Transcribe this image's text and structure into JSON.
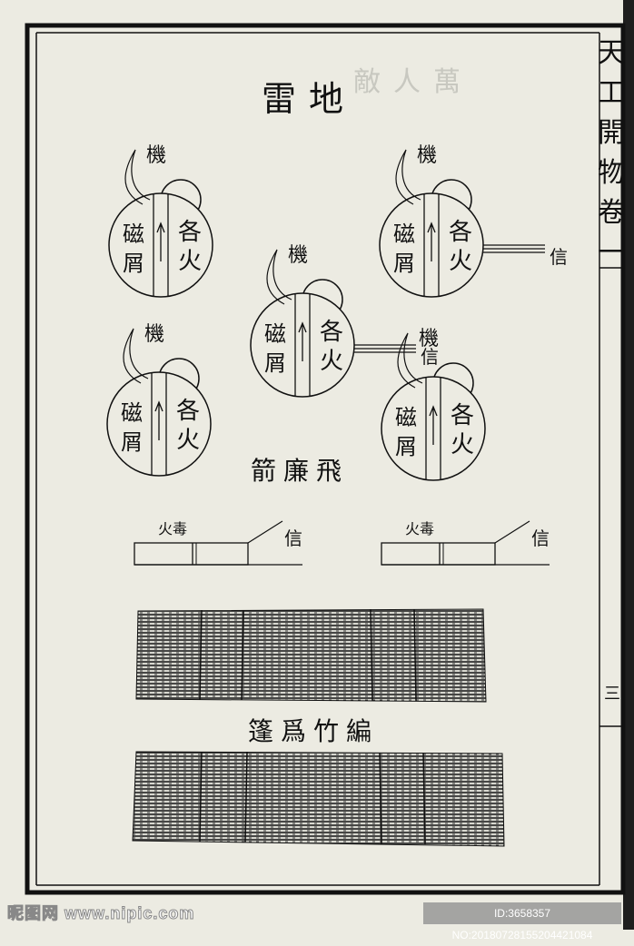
{
  "margin_text": [
    "天",
    "工",
    "開",
    "物",
    "卷",
    "一"
  ],
  "page_number": "三",
  "background_caption": "敵人萬",
  "land_mine": {
    "title": "雷地",
    "trigger_label": "機",
    "left_chars": [
      "磁",
      "屑"
    ],
    "right_chars": [
      "各",
      "火"
    ],
    "fuse_label": "信"
  },
  "fire_arrow": {
    "title": "箭廉飛",
    "poison_label": "火毒",
    "fuse_label": "信"
  },
  "bamboo_mat": {
    "title": "篷爲竹編"
  },
  "watermark": {
    "site": "昵图网 www.nipic.com",
    "id": "ID:3658357 NO:20180728155204421084"
  }
}
